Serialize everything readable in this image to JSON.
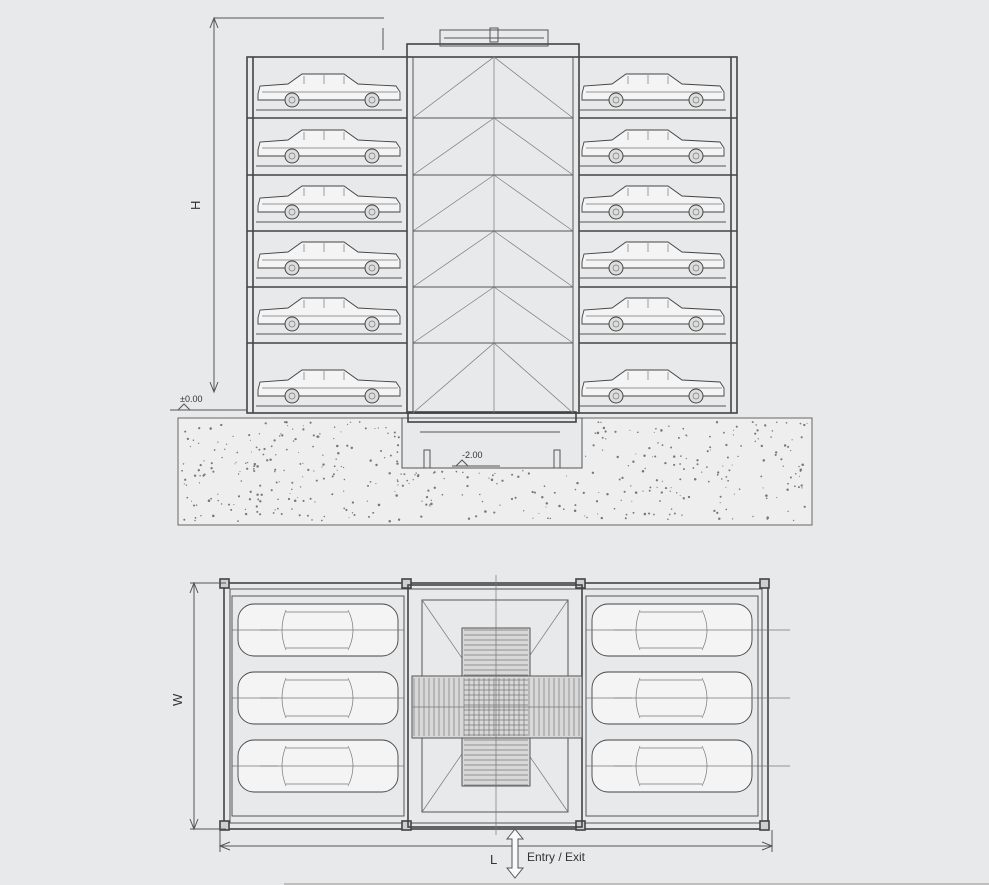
{
  "labels": {
    "height": "H",
    "width": "W",
    "length": "L",
    "entry_exit": "Entry / Exit",
    "ground_level": "±0.00",
    "pit_level": "-2.00"
  },
  "colors": {
    "background": "#e8e9ea",
    "line": "#555555",
    "ground_fill": "#eeeeee"
  },
  "structure": {
    "levels": 6,
    "cars_per_side_elevation": 6,
    "cars_per_side_plan": 3
  }
}
